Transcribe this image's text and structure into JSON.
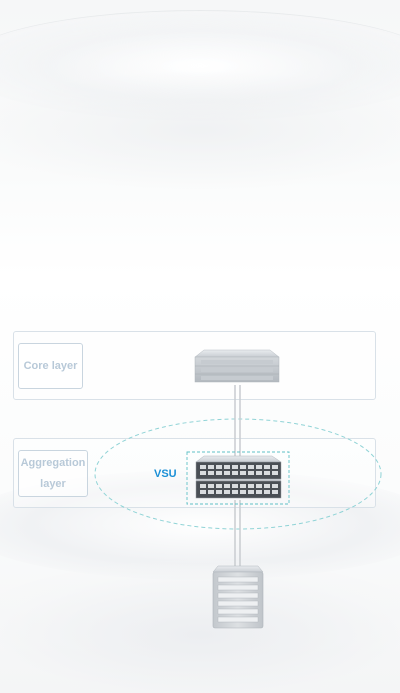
{
  "layers": [
    {
      "label": "Core layer"
    },
    {
      "label_line1": "Aggregation",
      "label_line2": "layer"
    }
  ],
  "vsu_label": "VSU",
  "colors": {
    "panel_border": "#d9e1e8",
    "label_text": "#b8c9d8",
    "vsu_text": "#1a8fd6",
    "ellipse_stroke": "#8fd3d6",
    "link": "#c9ccd0"
  },
  "icons": [
    "core-switch-icon",
    "aggregation-switch-icon",
    "access-server-icon"
  ]
}
